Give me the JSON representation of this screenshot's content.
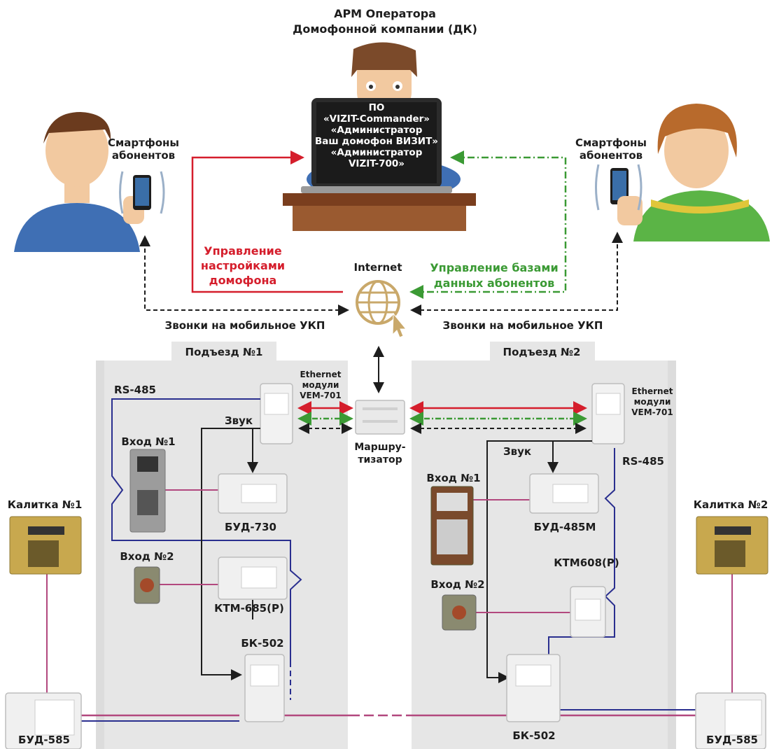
{
  "header": {
    "title_line1": "АРМ Оператора",
    "title_line2": "Домофонной компании (ДК)"
  },
  "laptop_screen": {
    "lines": [
      "ПО",
      "«VIZIT-Commander»",
      "«Администратор",
      "Ваш домофон ВИЗИТ»",
      "«Администратор",
      "VIZIT-700»"
    ]
  },
  "left_user": {
    "label_line1": "Смартфоны",
    "label_line2": "абонентов"
  },
  "right_user": {
    "label_line1": "Смартфоны",
    "label_line2": "абонентов"
  },
  "links": {
    "settings_control": [
      "Управление",
      "настройками",
      "домофона"
    ],
    "db_control": [
      "Управление базами",
      "данных абонентов"
    ],
    "internet": "Internet",
    "calls_left": "Звонки на мобильное УКП",
    "calls_right": "Звонки на мобильное УКП"
  },
  "router": {
    "label_line1": "Маршру-",
    "label_line2": "тизатор"
  },
  "entrance1": {
    "title": "Подъезд №1",
    "rs485": "RS-485",
    "ethernet": [
      "Ethernet",
      "модули",
      "VEM-701"
    ],
    "sound": "Звук",
    "entry1": "Вход №1",
    "bud": "БУД-730",
    "entry2": "Вход №2",
    "ktm": "КТМ-685(Р)",
    "bk": "БК-502"
  },
  "entrance2": {
    "title": "Подъезд №2",
    "rs485": "RS-485",
    "ethernet": [
      "Ethernet",
      "модули",
      "VEM-701"
    ],
    "sound": "Звук",
    "entry1": "Вход №1",
    "bud": "БУД-485М",
    "entry2": "Вход №2",
    "ktm": "КТМ608(Р)",
    "bk": "БК-502"
  },
  "gate1": {
    "title": "Калитка №1",
    "bud": "БУД-585"
  },
  "gate2": {
    "title": "Калитка №2",
    "bud": "БУД-585"
  },
  "colors": {
    "red": "#d51e2c",
    "green": "#3b9a34",
    "dark": "#1d1d1d",
    "blue_line": "#2a2f8f",
    "magenta_line": "#b2487e",
    "zone_bg": "#e6e6e6"
  }
}
